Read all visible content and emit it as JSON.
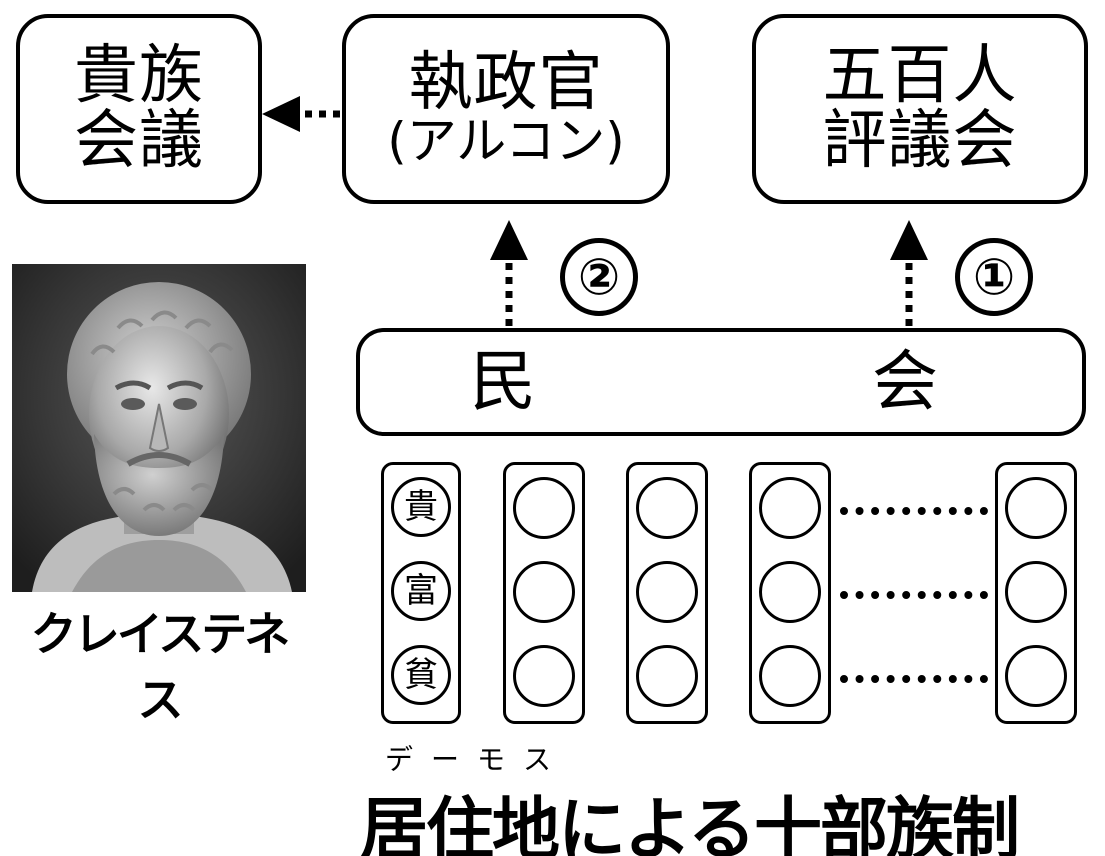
{
  "boxes": {
    "aristocrats": {
      "line1": "貴族",
      "line2": "会議"
    },
    "archon": {
      "line1": "執政官",
      "line2": "(アルコン)"
    },
    "council": {
      "line1": "五百人",
      "line2": "評議会"
    },
    "assembly": {
      "left": "民",
      "right": "会"
    }
  },
  "markers": {
    "one": "①",
    "two": "②"
  },
  "classes": [
    "貴",
    "富",
    "貧"
  ],
  "portrait": {
    "caption": "クレイステネス"
  },
  "caption": {
    "ruby": "デーモス",
    "title": "居住地による十部族制"
  }
}
